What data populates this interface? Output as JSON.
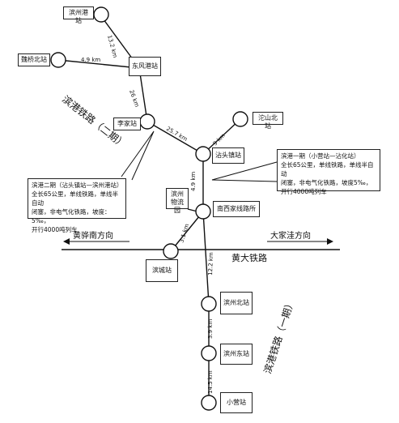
{
  "stations": {
    "binzhou_port": "滨州港站",
    "weiqiao_north": "魏桥北站",
    "dongfeng_port": "东风港站",
    "lijia": "李家站",
    "tuoshan_north": "沱山北站",
    "jiaotou": "沾头镇站",
    "binzhou_logistics": "滨州物流园",
    "hexi_sanwei": "南西家线路所",
    "huijia": "滨城站",
    "binzhou_north": "滨州北站",
    "binzhou_east": "滨州东站",
    "xiaoying": "小营站"
  },
  "distances": {
    "port_dongfeng": "13.2 km",
    "weiqiao_dongfeng": "4.9 km",
    "dongfeng_lijia": "26 km",
    "lijia_jiaotou": "25.7 km",
    "jiaotou_tuoshan": "9 km",
    "jiaotou_hexi": "4.9 km",
    "hexi_huijia": "3.1 km",
    "hexi_binzhou_north": "12.2 km",
    "north_east": "3.9 km",
    "east_xiaoying": "14.5 km"
  },
  "railways": {
    "phase2_label": "滨港铁路（二期）",
    "phase1_label": "滨港铁路（一期）",
    "huangda_label": "黄大铁路",
    "dir_left": "黄骅南方向",
    "dir_right": "大家洼方向"
  },
  "notes": {
    "phase2": {
      "line1": "滨港二期（沾头镇站—滨州港站）",
      "line2": "全长65公里，单线铁路，单线半自动",
      "line3": "闭塞，非电气化铁路，坡度：5‰，",
      "line4": "开行4000吨列车"
    },
    "phase1": {
      "line1": "滨港一期（小营站—沾化站）",
      "line2": "全长65公里，单线铁路，单线半自动",
      "line3": "闭塞，非电气化铁路，坡度5‰，",
      "line4": "开行4000吨列车"
    }
  }
}
